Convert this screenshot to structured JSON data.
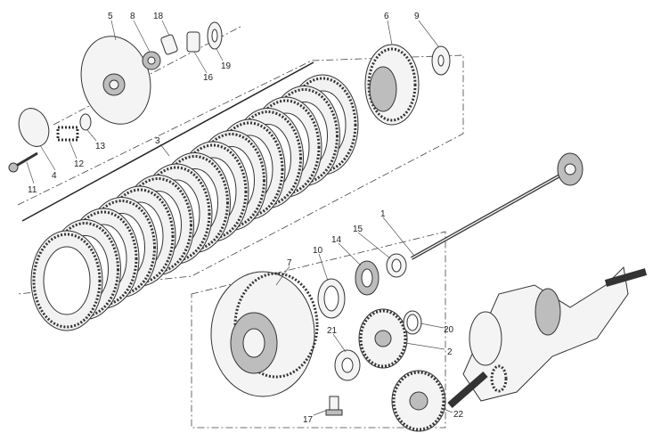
{
  "diagram": {
    "title": "Clutch exploded view",
    "parts": {
      "p1": "1",
      "p2": "2",
      "p3": "3",
      "p4": "4",
      "p5": "5",
      "p6": "6",
      "p7": "7",
      "p8": "8",
      "p9": "9",
      "p10": "10",
      "p11": "11",
      "p12": "12",
      "p13": "13",
      "p14": "14",
      "p15": "15",
      "p16": "16",
      "p17": "17",
      "p18": "18",
      "p19": "19",
      "p20": "20",
      "p21": "21",
      "p22": "22"
    }
  }
}
